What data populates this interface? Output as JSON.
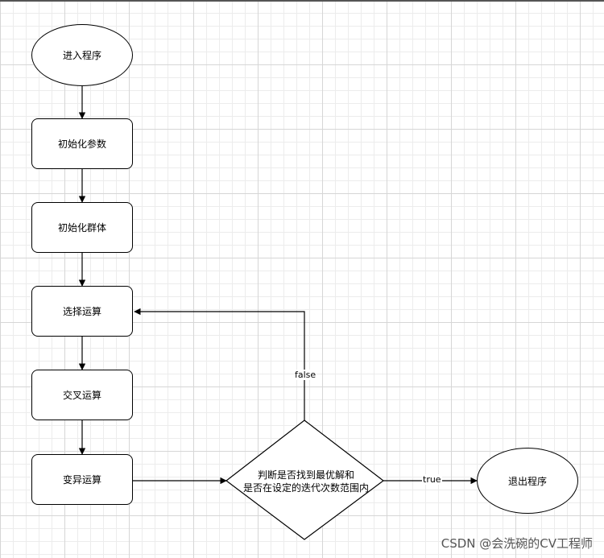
{
  "nodes": {
    "start": "进入程序",
    "init_params": "初始化参数",
    "init_population": "初始化群体",
    "selection": "选择运算",
    "crossover": "交叉运算",
    "mutation": "变异运算",
    "decision_line1": "判断是否找到最优解和",
    "decision_line2": "是否在设定的迭代次数范围内",
    "exit": "退出程序"
  },
  "edges": {
    "false_label": "false",
    "true_label": "true"
  },
  "watermark": "CSDN @会洗碗的CV工程师"
}
